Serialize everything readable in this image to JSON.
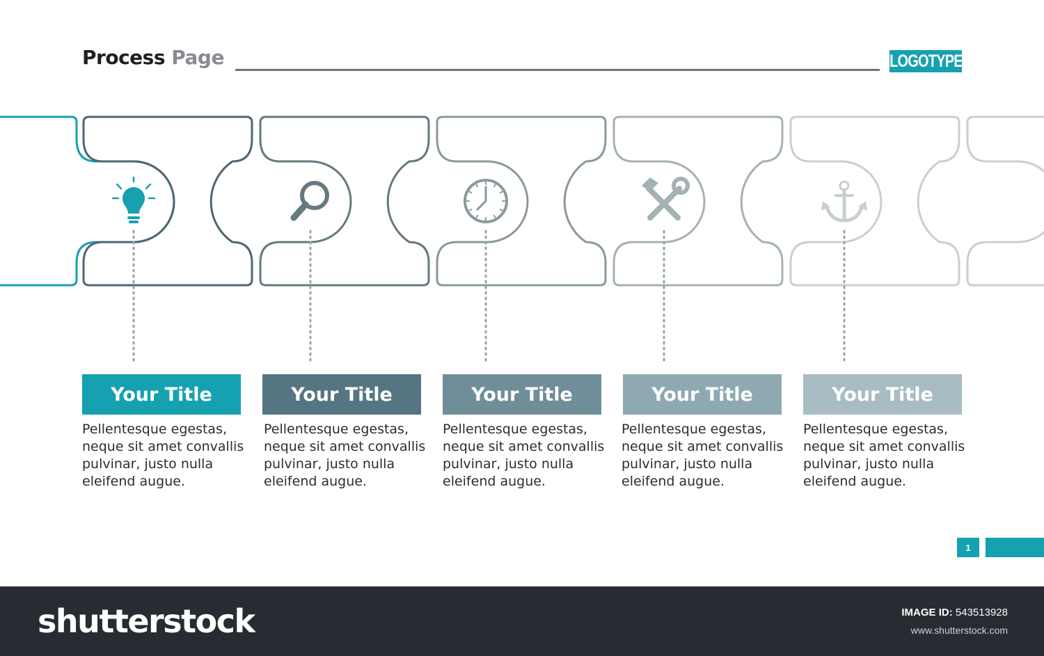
{
  "header": {
    "title_main": "Process",
    "title_accent": "Page",
    "logo": "LOGOTYPE"
  },
  "colors": {
    "teal": "#16a1b0",
    "step_colors": [
      "#16a1b0",
      "#557582",
      "#6f8e99",
      "#8fa9b2",
      "#a8bcc3"
    ],
    "outline_colors": [
      "#4f666f",
      "#65797f",
      "#8a999e",
      "#a4b1b5",
      "#c7cfd2"
    ]
  },
  "steps": [
    {
      "icon": "lightbulb-icon",
      "title": "Your Title",
      "text": "Pellentesque egestas, neque sit amet convallis pulvinar, justo nulla eleifend augue."
    },
    {
      "icon": "magnifier-icon",
      "title": "Your Title",
      "text": "Pellentesque egestas, neque sit amet convallis pulvinar, justo nulla eleifend augue."
    },
    {
      "icon": "clock-icon",
      "title": "Your Title",
      "text": "Pellentesque egestas, neque sit amet convallis pulvinar, justo nulla eleifend augue."
    },
    {
      "icon": "tools-icon",
      "title": "Your Title",
      "text": "Pellentesque egestas, neque sit amet convallis pulvinar, justo nulla eleifend augue."
    },
    {
      "icon": "anchor-icon",
      "title": "Your Title",
      "text": "Pellentesque egestas, neque sit amet convallis pulvinar, justo nulla eleifend augue."
    }
  ],
  "footer": {
    "page_number": "1"
  },
  "watermark": {
    "brand": "shutterstock",
    "image_id_label": "IMAGE ID:",
    "image_id": "543513928",
    "url": "www.shutterstock.com"
  }
}
